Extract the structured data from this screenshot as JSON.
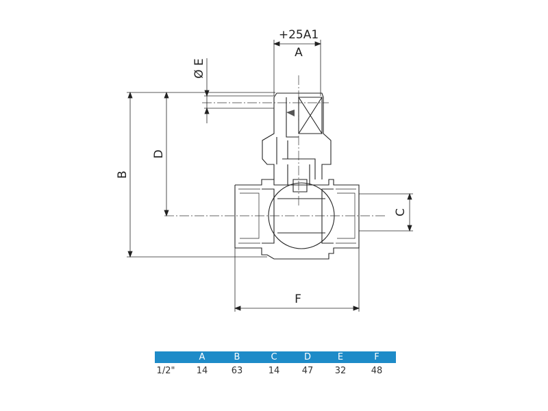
{
  "drawing": {
    "dim_labels": {
      "top_note": "+25A1",
      "A": "A",
      "E": "Ø E",
      "B": "B",
      "D": "D",
      "C": "C",
      "F": "F"
    }
  },
  "table": {
    "headers": [
      "",
      "A",
      "B",
      "C",
      "D",
      "E",
      "F"
    ],
    "rows": [
      [
        "1/2\"",
        "14",
        "63",
        "14",
        "47",
        "32",
        "48"
      ]
    ],
    "header_color": "#1e8bc8"
  }
}
